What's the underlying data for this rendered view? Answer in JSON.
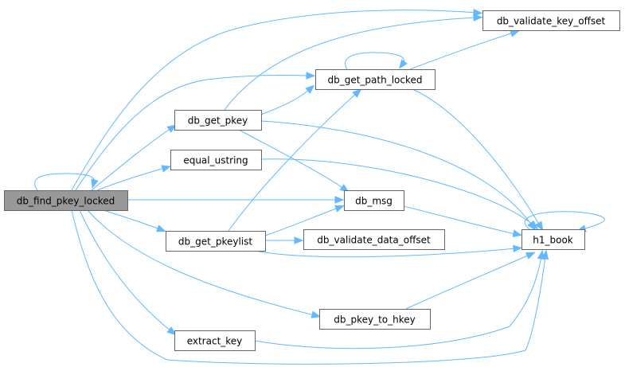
{
  "diagram": {
    "type": "call-graph",
    "root": "db_find_pkey_locked",
    "nodes": [
      {
        "id": "db_find_pkey_locked",
        "label": "db_find_pkey_locked",
        "highlighted": true
      },
      {
        "id": "db_validate_key_offset",
        "label": "db_validate_key_offset"
      },
      {
        "id": "db_get_path_locked",
        "label": "db_get_path_locked"
      },
      {
        "id": "db_get_pkey",
        "label": "db_get_pkey"
      },
      {
        "id": "equal_ustring",
        "label": "equal_ustring"
      },
      {
        "id": "db_msg",
        "label": "db_msg"
      },
      {
        "id": "db_get_pkeylist",
        "label": "db_get_pkeylist"
      },
      {
        "id": "db_validate_data_offset",
        "label": "db_validate_data_offset"
      },
      {
        "id": "h1_book",
        "label": "h1_book"
      },
      {
        "id": "db_pkey_to_hkey",
        "label": "db_pkey_to_hkey"
      },
      {
        "id": "extract_key",
        "label": "extract_key"
      }
    ],
    "edges": [
      {
        "from": "db_find_pkey_locked",
        "to": "db_find_pkey_locked"
      },
      {
        "from": "db_find_pkey_locked",
        "to": "db_validate_key_offset"
      },
      {
        "from": "db_find_pkey_locked",
        "to": "db_get_path_locked"
      },
      {
        "from": "db_find_pkey_locked",
        "to": "db_get_pkey"
      },
      {
        "from": "db_find_pkey_locked",
        "to": "equal_ustring"
      },
      {
        "from": "db_find_pkey_locked",
        "to": "db_msg"
      },
      {
        "from": "db_find_pkey_locked",
        "to": "db_get_pkeylist"
      },
      {
        "from": "db_find_pkey_locked",
        "to": "db_pkey_to_hkey"
      },
      {
        "from": "db_find_pkey_locked",
        "to": "extract_key"
      },
      {
        "from": "db_find_pkey_locked",
        "to": "h1_book"
      },
      {
        "from": "db_get_path_locked",
        "to": "db_get_path_locked"
      },
      {
        "from": "db_get_path_locked",
        "to": "db_validate_key_offset"
      },
      {
        "from": "db_get_path_locked",
        "to": "h1_book"
      },
      {
        "from": "db_get_pkey",
        "to": "db_validate_key_offset"
      },
      {
        "from": "db_get_pkey",
        "to": "db_get_path_locked"
      },
      {
        "from": "db_get_pkey",
        "to": "db_msg"
      },
      {
        "from": "db_get_pkey",
        "to": "h1_book"
      },
      {
        "from": "equal_ustring",
        "to": "h1_book"
      },
      {
        "from": "db_msg",
        "to": "h1_book"
      },
      {
        "from": "db_get_pkeylist",
        "to": "db_get_path_locked"
      },
      {
        "from": "db_get_pkeylist",
        "to": "db_msg"
      },
      {
        "from": "db_get_pkeylist",
        "to": "db_validate_data_offset"
      },
      {
        "from": "db_get_pkeylist",
        "to": "h1_book"
      },
      {
        "from": "h1_book",
        "to": "h1_book"
      },
      {
        "from": "db_pkey_to_hkey",
        "to": "h1_book"
      },
      {
        "from": "extract_key",
        "to": "h1_book"
      }
    ]
  },
  "colors": {
    "edge": "#63b8ff",
    "node_border": "#666666",
    "root_fill": "#999999",
    "node_fill": "#ffffff"
  }
}
